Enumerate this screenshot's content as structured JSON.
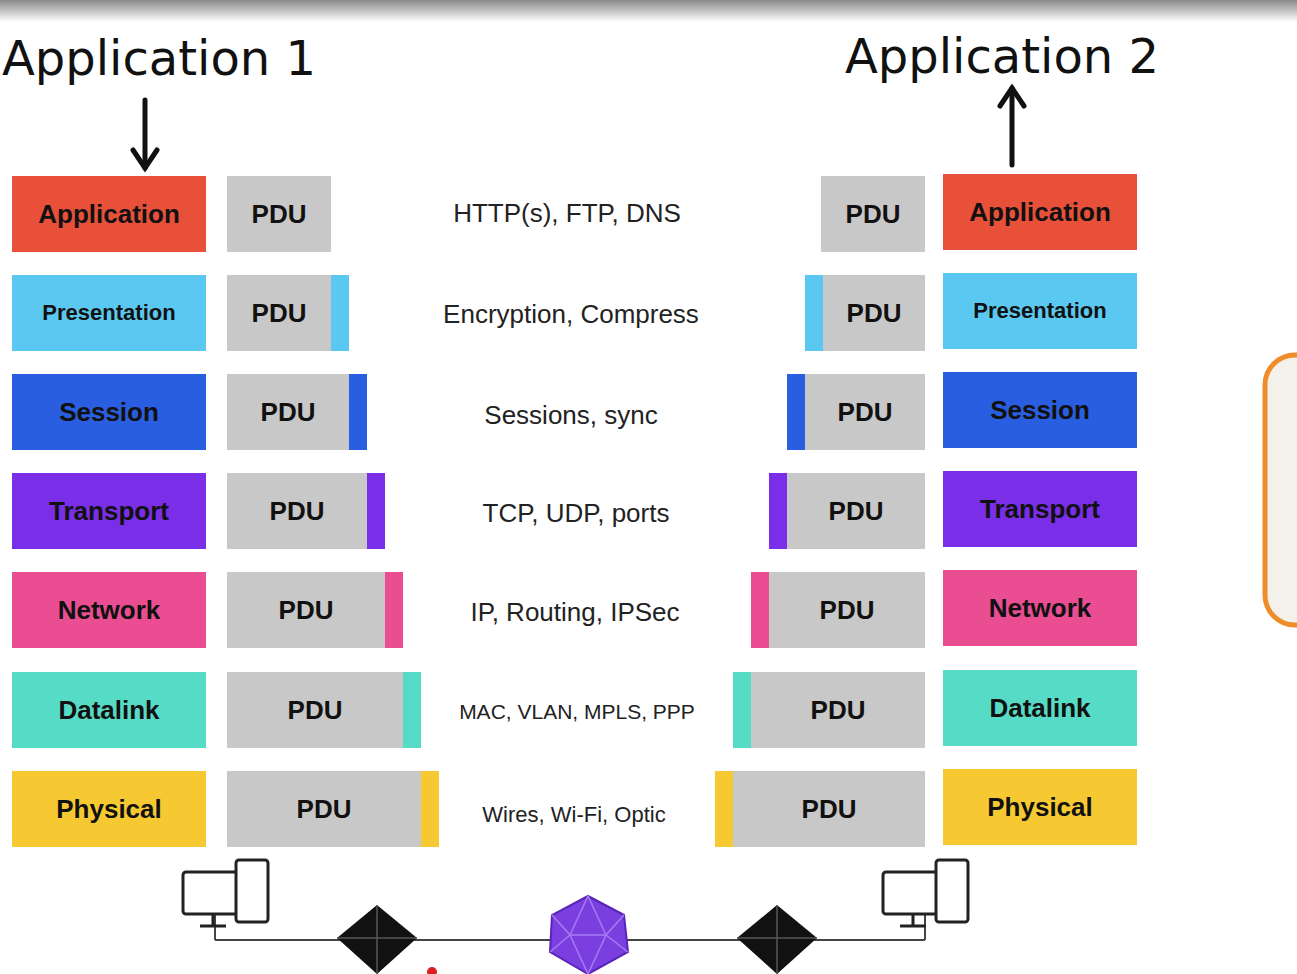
{
  "diagram": {
    "nodes": [
      {
        "text": [
          "Application"
        ]
      },
      {
        "text": [
          "PDU"
        ]
      },
      {
        "text": [
          "PDU"
        ]
      },
      {
        "text": [
          "Application"
        ]
      },
      {
        "text": [
          "Presentation"
        ]
      },
      {
        "text": [
          "PDU"
        ]
      },
      {
        "text": [
          "PDU"
        ]
      },
      {
        "text": [
          "Presentation"
        ]
      },
      {
        "text": [
          "Session"
        ]
      },
      {
        "text": [
          "PDU"
        ]
      },
      {
        "text": [
          "PDU"
        ]
      },
      {
        "text": [
          "Session"
        ]
      },
      {
        "text": [
          "Transport"
        ]
      },
      {
        "text": [
          "PDU"
        ]
      },
      {
        "text": [
          "PDU"
        ]
      },
      {
        "text": [
          "Transport"
        ]
      },
      {
        "text": [
          "Network"
        ]
      },
      {
        "text": [
          "PDU"
        ]
      },
      {
        "text": [
          "PDU"
        ]
      },
      {
        "text": [
          "Network"
        ]
      },
      {
        "text": [
          "Datalink"
        ]
      },
      {
        "text": [
          "PDU"
        ]
      },
      {
        "text": [
          "PDU"
        ]
      },
      {
        "text": [
          "Datalink"
        ]
      },
      {
        "text": [
          "Physical"
        ]
      },
      {
        "text": [
          "PDU"
        ]
      },
      {
        "text": [
          "PDU"
        ]
      },
      {
        "text": [
          "Physical"
        ]
      }
    ],
    "labels": [
      "Application 1",
      "Application 2",
      "HTTP(s), FTP, DNS",
      "Encryption, Compress",
      "Sessions, sync",
      "TCP, UDP, ports",
      "IP, Routing, IPSec",
      "MAC, VLAN, MPLS, PPP",
      "Wires, Wi-Fi, Optic"
    ]
  }
}
